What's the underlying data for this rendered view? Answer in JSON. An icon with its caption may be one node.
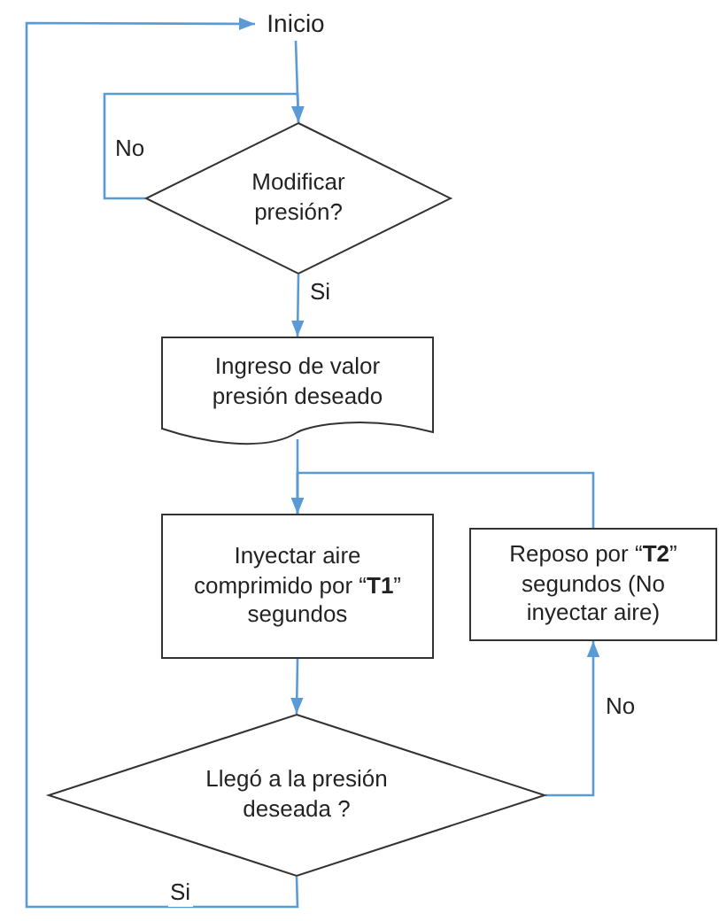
{
  "diagram": {
    "nodes": [
      {
        "text": [
          "Inicio"
        ]
      },
      {
        "text": [
          "Modificar presión?"
        ]
      },
      {
        "text": [
          "Ingreso de valor presión deseado"
        ]
      },
      {
        "text": [
          "Inyectar aire comprimido por “**T1**” segundos"
        ]
      },
      {
        "text": [
          "Reposo por “**T2**” segundos (No inyectar aire)"
        ]
      },
      {
        "text": [
          "Llegó a la presión deseada ?"
        ]
      }
    ],
    "edges": [
      {
        "from": 0,
        "to": 1,
        "arrow": "to"
      },
      {
        "from": 1,
        "to": 1,
        "arrow": "to",
        "label": "No"
      },
      {
        "from": 1,
        "to": 2,
        "arrow": "to",
        "label": "Si"
      },
      {
        "from": 2,
        "to": 3,
        "arrow": "to"
      },
      {
        "from": 3,
        "to": 5,
        "arrow": "to"
      },
      {
        "from": 5,
        "to": 4,
        "arrow": "to",
        "label": "No"
      },
      {
        "from": 4,
        "to": 3,
        "arrow": "to"
      },
      {
        "from": 5,
        "to": 0,
        "arrow": "to",
        "label": "Si"
      }
    ]
  }
}
